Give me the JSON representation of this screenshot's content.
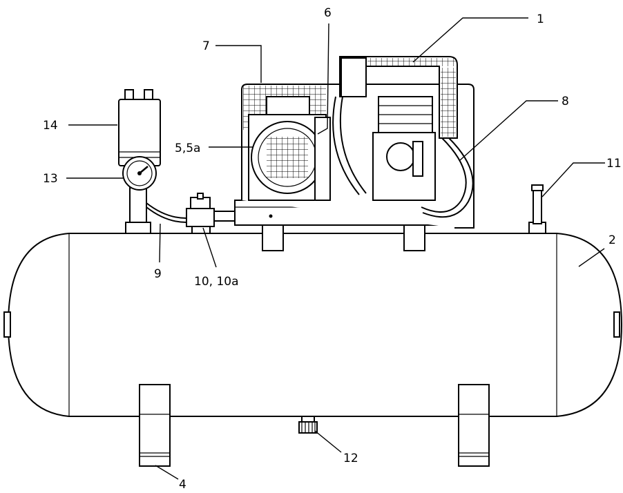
{
  "callouts": [
    {
      "id": "1",
      "text": "1"
    },
    {
      "id": "2",
      "text": "2"
    },
    {
      "id": "4",
      "text": "4"
    },
    {
      "id": "5",
      "text": "5,5a"
    },
    {
      "id": "6",
      "text": "6"
    },
    {
      "id": "7",
      "text": "7"
    },
    {
      "id": "8",
      "text": "8"
    },
    {
      "id": "9",
      "text": "9"
    },
    {
      "id": "10",
      "text": "10, 10a"
    },
    {
      "id": "11",
      "text": "11"
    },
    {
      "id": "12",
      "text": "12"
    },
    {
      "id": "13",
      "text": "13"
    },
    {
      "id": "14",
      "text": "14"
    }
  ]
}
